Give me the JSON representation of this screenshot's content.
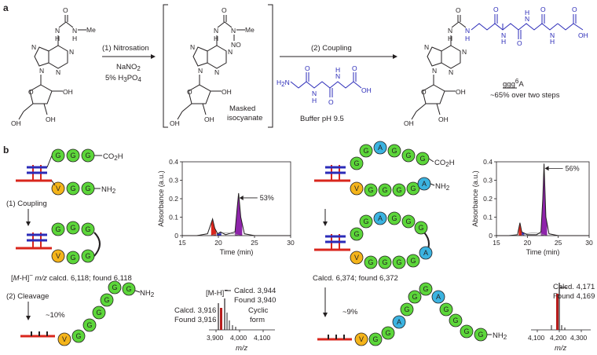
{
  "panel_a": {
    "label": "a",
    "step1": {
      "line1": "(1) Nitrosation",
      "line2": "NaNO",
      "line2_sub": "2",
      "line3": "5% H",
      "line3_sub": "3",
      "line3_rest": "PO",
      "line3_sub2": "4"
    },
    "intermediate_label": {
      "line1": "Masked",
      "line2": "isocyanate"
    },
    "step2": {
      "label": "(2) Coupling",
      "buffer": "Buffer pH 9.5"
    },
    "product": {
      "name": "ggg",
      "name_sup": "6",
      "name_rest": "A",
      "yield": "~65% over two steps"
    },
    "atoms": {
      "N": "N",
      "H": "H",
      "O": "O",
      "OH": "OH",
      "Me": "Me",
      "NO": "NO",
      "H2N": "H",
      "H2N_sub": "2",
      "H2N_rest": "N"
    }
  },
  "panel_b": {
    "label": "b",
    "bead_letters": {
      "G": "G",
      "A": "A",
      "V": "V"
    },
    "co2h": "CO",
    "co2h_sub": "2",
    "co2h_rest": "H",
    "nh2": "NH",
    "nh2_sub": "2",
    "coupling": "(1) Coupling",
    "cleavage": "(2) Cleavage",
    "mass_left": {
      "prefix": "[",
      "M": "M",
      "rest": "-H]",
      "sup": "−",
      "mz": " m/z",
      "text": " calcd. 6,118; found 6,118"
    },
    "mass_right": "Calcd. 6,374; found 6,372",
    "yield_left": "~10%",
    "yield_right": "~9%",
    "ms_left": {
      "ion_label": "[M-H]",
      "ion_sup": "−",
      "peak1_a": "Calcd. 3,916",
      "peak1_b": "Found 3,916",
      "peak2_a": "Calcd. 3,944",
      "peak2_b": "Found 3,940",
      "cyclic_a": "Cyclic",
      "cyclic_b": "form",
      "ticks": [
        "3,900",
        "4,000",
        "4,100"
      ],
      "xlabel": "m/z"
    },
    "ms_right": {
      "peak_a": "Calcd. 4,171",
      "peak_b": "Found 4,169",
      "ticks": [
        "4,100",
        "4,200",
        "4,300"
      ],
      "xlabel": "m/z"
    }
  },
  "chart_data": [
    {
      "type": "line",
      "title": "",
      "xlabel": "Time (min)",
      "ylabel": "Absorbance (a.u.)",
      "xlim": [
        15,
        30
      ],
      "ylim": [
        0,
        0.4
      ],
      "xticks": [
        "15",
        "20",
        "25",
        "30"
      ],
      "yticks": [
        "0",
        "0.1",
        "0.2",
        "0.3",
        "0.4"
      ],
      "annotation": "53%",
      "series": [
        {
          "x": [
            15,
            17,
            18.5,
            19.2,
            19.5,
            19.9,
            20.3,
            21,
            22.3,
            22.6,
            22.8,
            23.1,
            23.6,
            25,
            30
          ],
          "values": [
            0.0,
            0.0,
            0.01,
            0.09,
            0.04,
            0.01,
            0.02,
            0.005,
            0.02,
            0.15,
            0.23,
            0.1,
            0.01,
            0.0,
            0.0
          ]
        }
      ],
      "shaded_peaks": [
        {
          "color": "#d9261c",
          "x": [
            19.0,
            19.7
          ]
        },
        {
          "color": "#2b2bb8",
          "x": [
            19.8,
            20.4
          ]
        },
        {
          "color": "#8e24aa",
          "x": [
            22.3,
            23.3
          ]
        }
      ]
    },
    {
      "type": "line",
      "title": "",
      "xlabel": "Time (min)",
      "ylabel": "Absorbance (a.u.)",
      "xlim": [
        15,
        30
      ],
      "ylim": [
        0,
        0.4
      ],
      "xticks": [
        "15",
        "20",
        "25",
        "30"
      ],
      "yticks": [
        "0",
        "0.1",
        "0.2",
        "0.3",
        "0.4"
      ],
      "annotation": "56%",
      "series": [
        {
          "x": [
            15,
            17,
            18.4,
            18.8,
            19.1,
            19.4,
            20,
            21.5,
            22.2,
            22.5,
            22.7,
            23.0,
            23.5,
            25,
            30
          ],
          "values": [
            0.0,
            0.0,
            0.005,
            0.07,
            0.02,
            0.015,
            0.005,
            0.005,
            0.02,
            0.2,
            0.39,
            0.1,
            0.01,
            0.0,
            0.0
          ]
        }
      ],
      "shaded_peaks": [
        {
          "color": "#d9261c",
          "x": [
            18.6,
            19.1
          ]
        },
        {
          "color": "#2b2bb8",
          "x": [
            19.1,
            19.5
          ]
        },
        {
          "color": "#8e24aa",
          "x": [
            22.2,
            23.2
          ]
        }
      ]
    }
  ]
}
